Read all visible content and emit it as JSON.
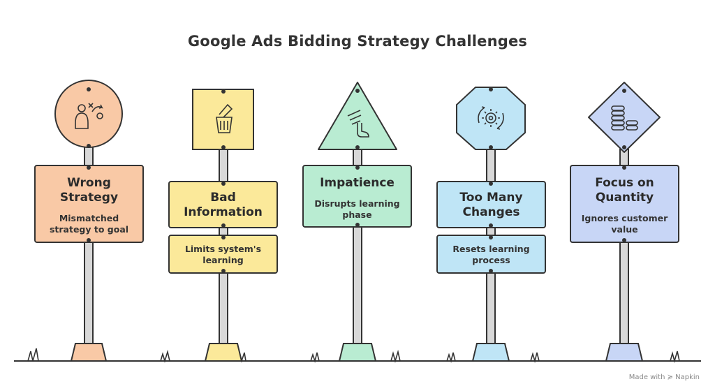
{
  "title": "Google Ads Bidding Strategy Challenges",
  "credit": "Made with ≽ Napkin",
  "colors": {
    "stroke": "#333333",
    "orange": "#f9c9a6",
    "yellow": "#fbe99a",
    "green": "#b9ecd2",
    "blue": "#bfe5f6",
    "indigo": "#c8d6f6"
  },
  "signs": [
    {
      "title_lines": [
        "Wrong",
        "Strategy"
      ],
      "desc_lines": [
        "Mismatched",
        "strategy to goal"
      ],
      "icon": "person-strategy-icon"
    },
    {
      "title_lines": [
        "Bad",
        "Information"
      ],
      "desc_lines": [
        "Limits system's",
        "learning"
      ],
      "icon": "trash-icon"
    },
    {
      "title_lines": [
        "Impatience"
      ],
      "desc_lines": [
        "Disrupts learning",
        "phase"
      ],
      "icon": "winged-foot-icon"
    },
    {
      "title_lines": [
        "Too Many",
        "Changes"
      ],
      "desc_lines": [
        "Resets learning",
        "process"
      ],
      "icon": "gear-cycle-icon"
    },
    {
      "title_lines": [
        "Focus on",
        "Quantity"
      ],
      "desc_lines": [
        "Ignores customer",
        "value"
      ],
      "icon": "coin-stack-icon"
    }
  ]
}
